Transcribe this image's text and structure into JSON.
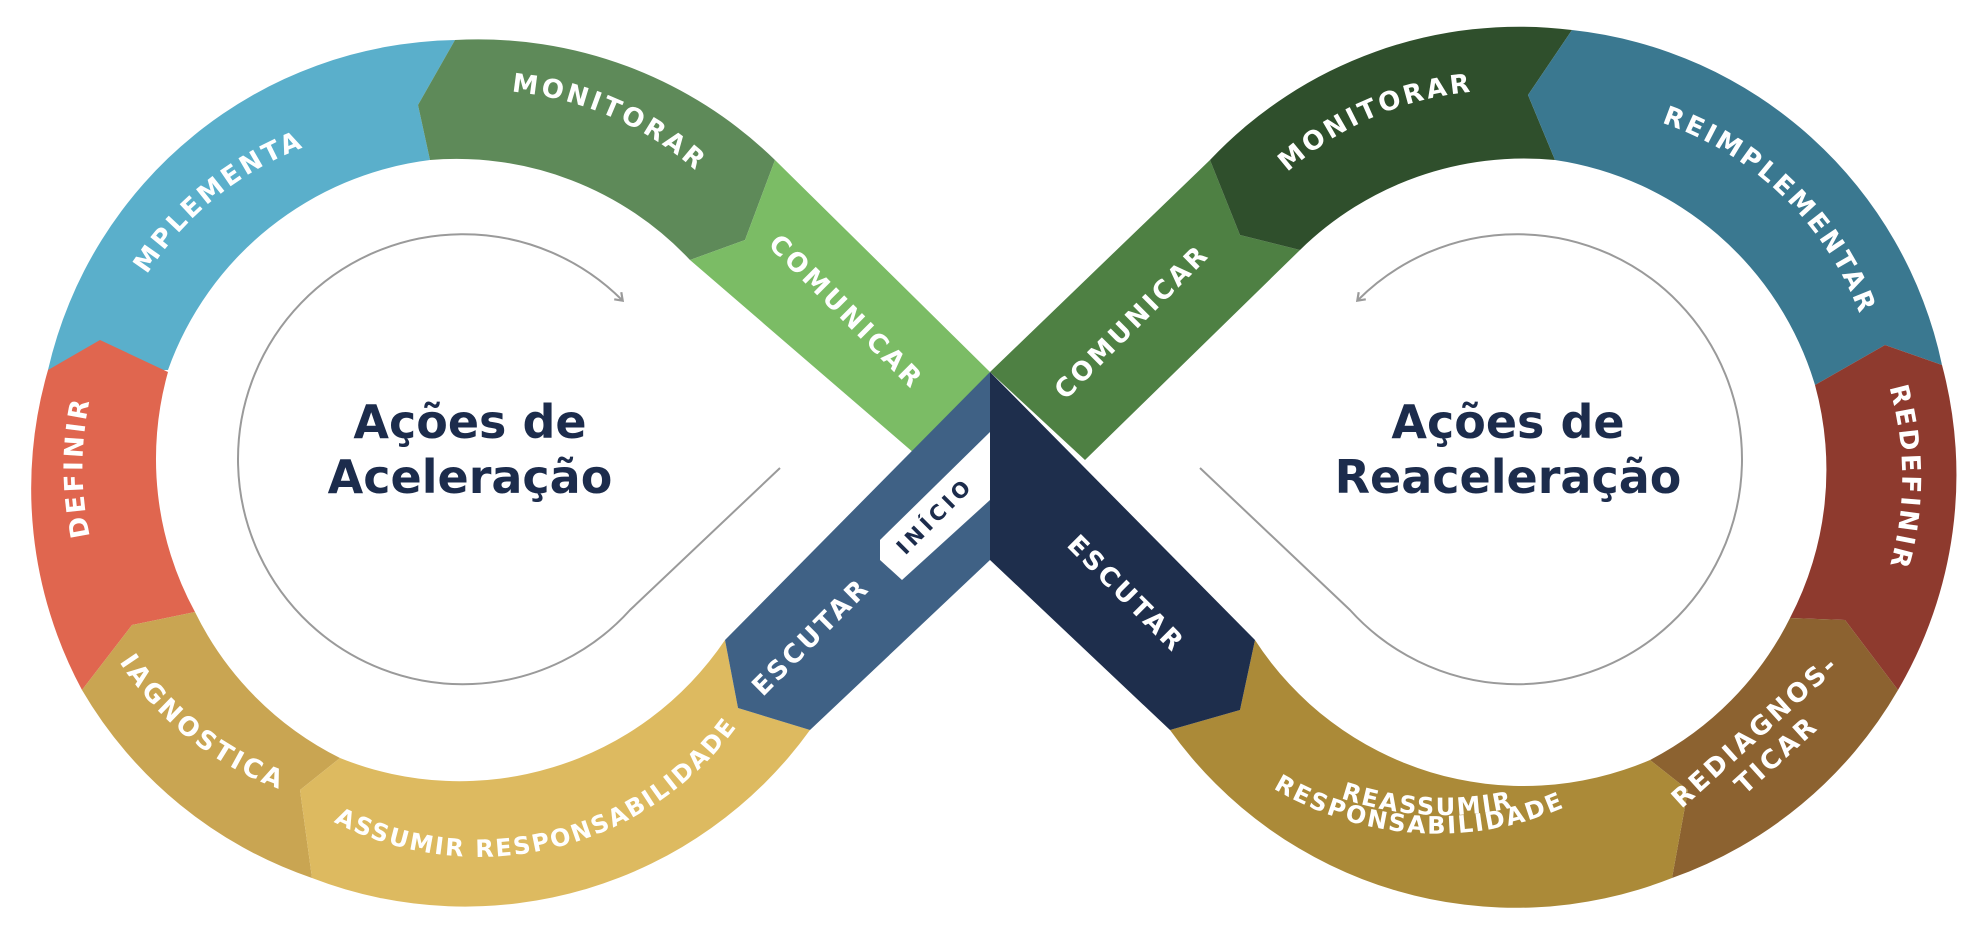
{
  "left_loop": {
    "title_line1": "Ações de",
    "title_line2": "Aceleração",
    "stages": {
      "monitorar": "MONITORAR",
      "comunicar": "COMUNICAR",
      "implementar": "IMPLEMENTAR",
      "definir": "DEFINIR",
      "diagnosticar": "DIAGNOSTICAR",
      "assumir": "ASSUMIR RESPONSABILIDADE",
      "escutar": "ESCUTAR"
    }
  },
  "right_loop": {
    "title_line1": "Ações de",
    "title_line2": "Reaceleração",
    "stages": {
      "monitorar": "MONITORAR",
      "comunicar": "COMUNICAR",
      "reimplementar": "REIMPLEMENTAR",
      "redefinir": "REDEFINIR",
      "rediagnosticar_line1": "REDIAGNOS-",
      "rediagnosticar_line2": "TICAR",
      "reassumir_line1": "REASSUMIR",
      "reassumir_line2": "RESPONSABILIDADE",
      "escutar": "ESCUTAR"
    }
  },
  "start_label": "INÍCIO",
  "colors": {
    "implementar": "#5aafcb",
    "monitorar_left": "#5e8a59",
    "comunicar_left": "#7bbc65",
    "definir": "#e0664f",
    "diagnosticar": "#c9a552",
    "assumir": "#ddba60",
    "escutar_left": "#3f6185",
    "monitorar_right": "#2f4f2c",
    "comunicar_right": "#4e8043",
    "reimplementar": "#3a7890",
    "redefinir": "#8e3a2e",
    "rediagnosticar": "#8c6230",
    "reassumir": "#ab8a38",
    "escutar_right": "#1e2e4c",
    "title": "#1c2c4c"
  }
}
